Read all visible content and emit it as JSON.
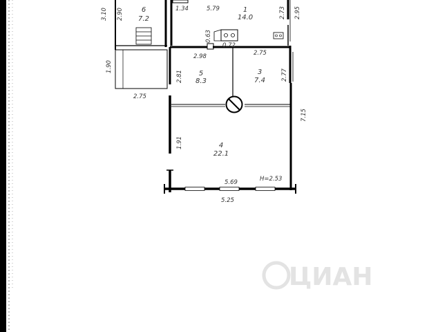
{
  "rooms": [
    {
      "number": "6",
      "area": "7.2"
    },
    {
      "number": "1",
      "area": "14.0"
    },
    {
      "number": "5",
      "area": "8.3"
    },
    {
      "number": "3",
      "area": "7.4"
    },
    {
      "number": "4",
      "area": "22.1"
    }
  ],
  "dimensions": {
    "d310": "3.10",
    "d290": "2.90",
    "d134": "1.34",
    "d579": "5.79",
    "d273": "2.73",
    "d295": "2.95",
    "d063": "0.63",
    "d072": "0.72",
    "d298": "2.98",
    "d275a": "2.75",
    "d190": "1.90",
    "d281": "2.81",
    "d277": "2.77",
    "d275b": "2.75",
    "d715": "7.15",
    "d191": "1.91",
    "d569": "5.69",
    "height": "H=2.53",
    "d525": "5.25"
  },
  "watermark": "ЦИАН"
}
